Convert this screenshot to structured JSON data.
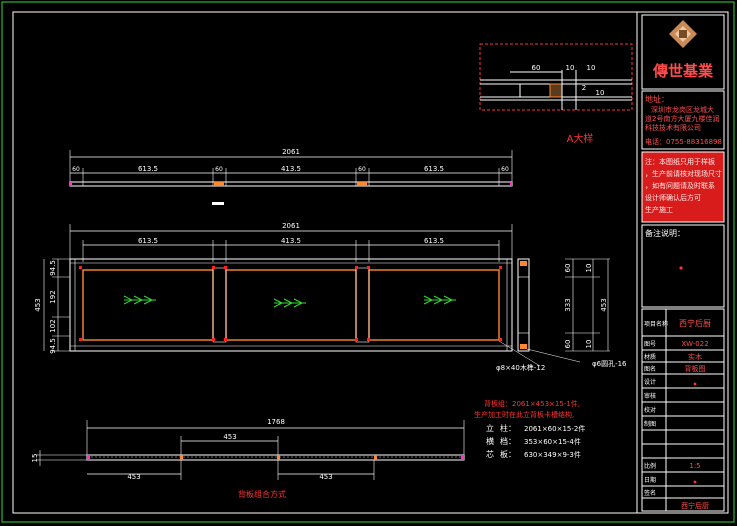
{
  "title_block": {
    "brand": "傳世基業",
    "address_lines": [
      "地址：",
      "深圳市龙岗区龙城大",
      "道2号南方大厦九楼佳润",
      "科技技术有限公司"
    ],
    "phone": "电话：0755-88316898",
    "notice_lines": [
      "注：本图纸只用于样板",
      "，生产前请核对现场尺寸",
      "，如有问题请及时联系",
      "设计师确认后方可",
      "生产施工"
    ],
    "remark_label": "备注说明：",
    "project_label": "项目名称",
    "project_value": "西宁后厨",
    "drawing_no_label": "图号",
    "drawing_no_value": "XW-022",
    "material_label": "材质",
    "material_value": "实木",
    "drawing_name_label": "图名",
    "drawing_name_value": "背板图",
    "rows": [
      "设计",
      "审核",
      "校对",
      "制图",
      "比例",
      "日期",
      "签名"
    ],
    "scale_value": "1:5",
    "bottom_value": "西宁后厨"
  },
  "detail_a": {
    "dim_top_60": "60",
    "dim_10_a": "10",
    "dim_10_b": "10",
    "dim_10_c": "10",
    "dim_2": "2",
    "caption": "A大样"
  },
  "top_strip": {
    "overall": "2061",
    "segments": [
      "60",
      "613.5",
      "60",
      "413.5",
      "60",
      "613.5",
      "60"
    ]
  },
  "elevation": {
    "overall": "2061",
    "segments": [
      "613.5",
      "413.5",
      "613.5"
    ],
    "left_dims": [
      "94.5",
      "192",
      "102",
      "94.5"
    ],
    "left_total": "453",
    "right_dims": [
      "60",
      "10",
      "333",
      "60",
      "10"
    ],
    "right_total": "453",
    "note_dowel": "φ8×40木榫-12",
    "note_hole": "φ6圆孔-16"
  },
  "notes": {
    "line1": "背板组：2061×453×15-1件,",
    "line2": "生产加工时在此立背板卡槽结构,",
    "rows": [
      {
        "label": "立",
        "sep": "柱：",
        "value": "2061×60×15-2件"
      },
      {
        "label": "横",
        "sep": "档：",
        "value": "353×60×15-4件"
      },
      {
        "label": "芯",
        "sep": "板：",
        "value": "630×349×9-3件"
      }
    ]
  },
  "assembly": {
    "overall": "1768",
    "dim_453_top": "453",
    "dim_453_bot_left": "453",
    "dim_453_bot_mid": "453",
    "dim_15": "15",
    "caption": "背板组合方式"
  },
  "colors": {
    "frame": "#ffffff",
    "accent_red": "#ff1a1a",
    "dim_green": "#33dd33",
    "panel_orange": "#ff8833"
  }
}
